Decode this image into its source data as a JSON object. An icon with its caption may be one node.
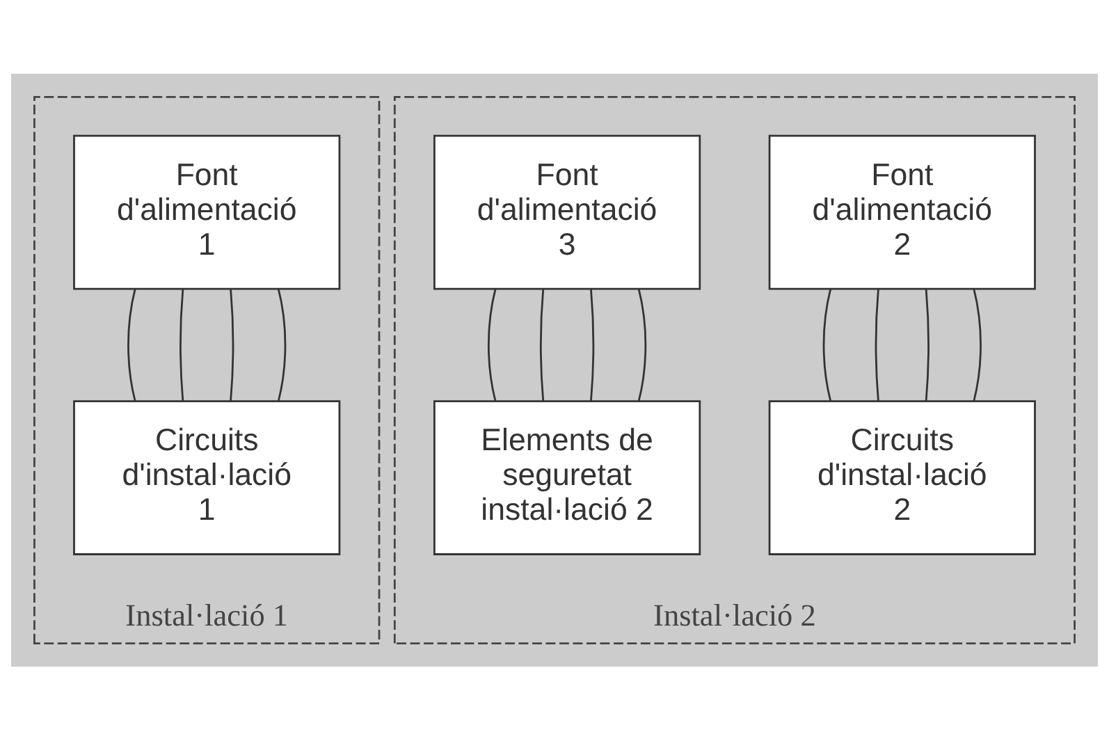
{
  "diagram": {
    "nodes": [
      {
        "text": [
          "Instal·lació 1"
        ]
      },
      {
        "text": [
          "Font d'alimentació 1"
        ],
        "in": 0
      },
      {
        "text": [
          "Circuits d'instal·lació 1"
        ],
        "in": 0
      },
      {
        "text": [
          "Instal·lació 2"
        ]
      },
      {
        "text": [
          "Font d'alimentació 2"
        ],
        "in": 3
      },
      {
        "text": [
          "Font d'alimentació 3"
        ],
        "in": 3
      },
      {
        "text": [
          "Circuits d'instal·lació 2"
        ],
        "in": 3
      },
      {
        "text": [
          "Elements de seguretat instal·lació 2"
        ],
        "in": 3
      }
    ],
    "edges": [
      {
        "from": 1,
        "to": 2,
        "arrow": "none"
      },
      {
        "from": 1,
        "to": 2,
        "arrow": "none"
      },
      {
        "from": 1,
        "to": 2,
        "arrow": "none"
      },
      {
        "from": 1,
        "to": 2,
        "arrow": "none"
      },
      {
        "from": 4,
        "to": 6,
        "arrow": "none"
      },
      {
        "from": 4,
        "to": 6,
        "arrow": "none"
      },
      {
        "from": 4,
        "to": 6,
        "arrow": "none"
      },
      {
        "from": 4,
        "to": 6,
        "arrow": "none"
      },
      {
        "from": 5,
        "to": 7,
        "arrow": "none"
      },
      {
        "from": 5,
        "to": 7,
        "arrow": "none"
      },
      {
        "from": 5,
        "to": 7,
        "arrow": "none"
      },
      {
        "from": 5,
        "to": 7,
        "arrow": "none"
      }
    ]
  }
}
